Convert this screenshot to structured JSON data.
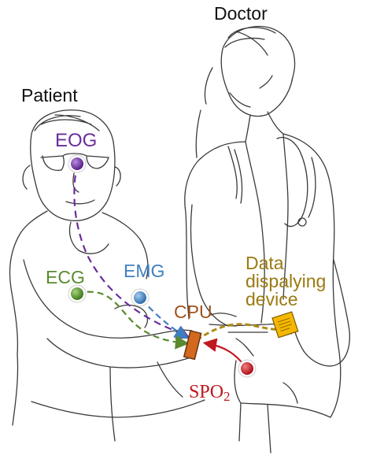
{
  "labels": {
    "doctor": "Doctor",
    "patient": "Patient",
    "eog": "EOG",
    "emg": "EMG",
    "ecg": "ECG",
    "cpu": "CPU",
    "data_device_line1": "Data",
    "data_device_line2": "dispalying",
    "data_device_line3": "device",
    "spo2_main": "SPO",
    "spo2_sub": "2"
  },
  "colors": {
    "eog": "#6a2d9a",
    "emg": "#3f7fbf",
    "ecg": "#5a8a2e",
    "cpu": "#a0521c",
    "cpu_fill": "#d2691e",
    "data_device": "#9a7a10",
    "device_fill": "#f5b800",
    "spo2": "#c0181f",
    "outline": "#3a3a3a"
  }
}
